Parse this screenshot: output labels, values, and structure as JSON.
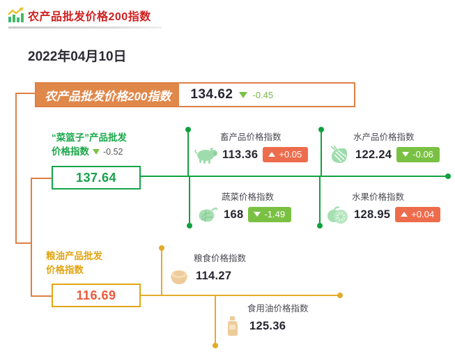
{
  "header": {
    "icon": "bar-chart-trend-icon",
    "title": "农产品批发价格200指数",
    "accent_red": "#d02020"
  },
  "date": "2022年04月10日",
  "colors": {
    "orange": "#de7f44",
    "orange_fill": "#e0874a",
    "green": "#14a34a",
    "green_badge": "#7ac143",
    "orange_badge": "#ec6c4c",
    "gold": "#e2a513",
    "value_red": "#ea5a3d"
  },
  "main": {
    "label": "农产品批发价格200指数",
    "value": "134.62",
    "change": "-0.45",
    "direction": "down"
  },
  "branches": [
    {
      "id": "vegetable-basket",
      "title_line1": "“菜篮子”产品批发",
      "title_line2": "价格指数",
      "change": "-0.52",
      "direction": "down",
      "value": "137.64",
      "color": "green"
    },
    {
      "id": "grain-oil",
      "title_line1": "粮油产品批发",
      "title_line2": "价格指数",
      "change": "",
      "direction": "none",
      "value": "116.69",
      "color": "gold"
    }
  ],
  "leaves": [
    {
      "id": "livestock",
      "title": "畜产品价格指数",
      "value": "113.36",
      "change": "+0.05",
      "direction": "up",
      "icon": "pig-icon"
    },
    {
      "id": "aquatic",
      "title": "水产品价格指数",
      "value": "122.24",
      "change": "-0.06",
      "direction": "down",
      "icon": "shrimp-icon"
    },
    {
      "id": "vegetable",
      "title": "蔬菜价格指数",
      "value": "168",
      "change": "-1.49",
      "direction": "down",
      "icon": "cabbage-icon"
    },
    {
      "id": "fruit",
      "title": "水果价格指数",
      "value": "128.95",
      "change": "+0.04",
      "direction": "up",
      "icon": "citrus-fruit-icon"
    },
    {
      "id": "grain",
      "title": "粮食价格指数",
      "value": "114.27",
      "change": "",
      "direction": "none",
      "icon": "rice-bowl-icon"
    },
    {
      "id": "edible-oil",
      "title": "食用油价格指数",
      "value": "125.36",
      "change": "",
      "direction": "none",
      "icon": "oil-bottle-icon"
    }
  ]
}
